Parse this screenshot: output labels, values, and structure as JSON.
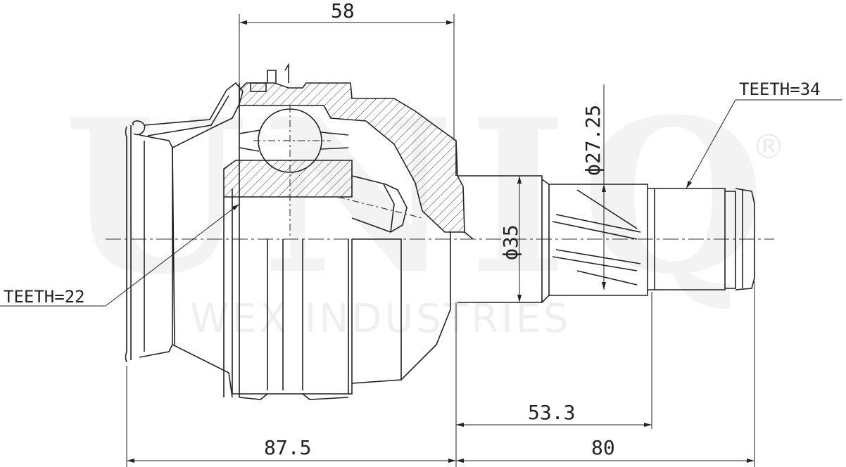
{
  "watermark": {
    "brand": "UNIQ",
    "registered_mark": "®",
    "company": "WEX INDUSTRIES"
  },
  "dimensions": {
    "top_width": "58",
    "shaft_diameter": "ϕ35",
    "spline_diameter": "ϕ27.25",
    "spline_length": "53.3",
    "body_length": "87.5",
    "shaft_length": "80"
  },
  "notes": {
    "outer_teeth": "TEETH=34",
    "inner_teeth": "TEETH=22"
  }
}
